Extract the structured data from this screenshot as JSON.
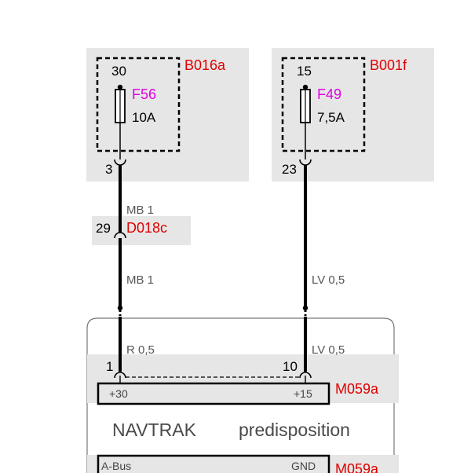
{
  "colors": {
    "reference": "#e00000",
    "fuse": "#e000e0",
    "zone": "#e6e6e6",
    "wire": "#000000"
  },
  "fuse_box_left": {
    "connector": "B016a",
    "terminal": "30",
    "fuse_id": "F56",
    "rating": "10A",
    "output_pin": "3"
  },
  "fuse_box_right": {
    "connector": "B001f",
    "terminal": "15",
    "fuse_id": "F49",
    "rating": "7,5A",
    "output_pin": "23"
  },
  "splice": {
    "connector": "D018c",
    "pin": "29",
    "wire_in": "MB 1",
    "wire_out": "MB 1"
  },
  "right_wire": {
    "upper": "LV 0,5",
    "lower": "LV 0,5"
  },
  "module": {
    "name": "NAVTRAK",
    "subtitle": "predisposition",
    "connector_top": {
      "id": "M059a",
      "pin_left": "1",
      "pin_right": "10",
      "label_left": "+30",
      "label_right": "+15",
      "wire_left": "R 0,5"
    },
    "connector_bottom": {
      "id": "M059a",
      "label_left": "A-Bus",
      "label_right": "GND"
    }
  }
}
